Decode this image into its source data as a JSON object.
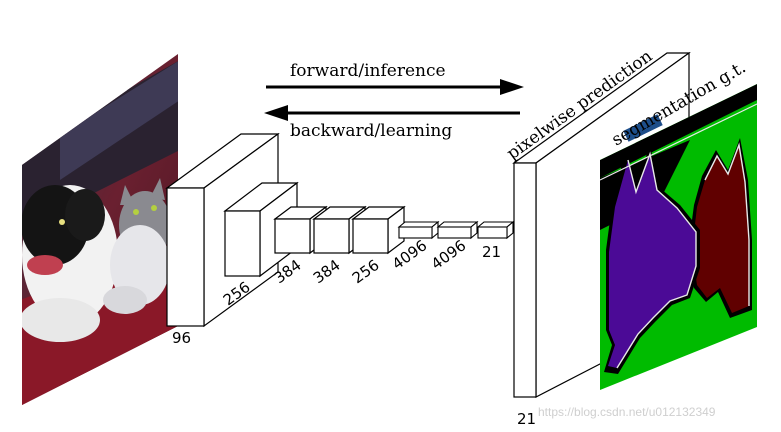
{
  "arrows": {
    "forward_label": "forward/inference",
    "backward_label": "backward/learning"
  },
  "output": {
    "prediction_label": "pixelwise prediction",
    "gt_label": "segmentation g.t.",
    "depth_label": "21"
  },
  "layers": {
    "conv1_depth": "96",
    "conv2_depth": "256",
    "conv3_depth": "384",
    "conv4_depth": "384",
    "conv5_depth": "256",
    "fc6_depth": "4096",
    "fc7_depth": "4096",
    "score_depth": "21"
  },
  "watermark": "https://blog.csdn.net/u012132349",
  "colors": {
    "gt_background": "#00bb00",
    "gt_boundary": "#000000",
    "dog_left": "#4b0a96",
    "dog_right": "#600000",
    "void_border": "#e8e8e8",
    "label_bar": "#1d4e8a"
  }
}
